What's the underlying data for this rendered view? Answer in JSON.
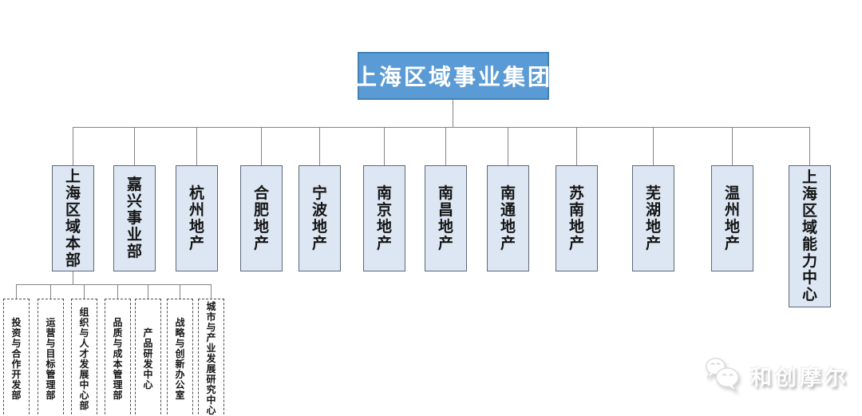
{
  "root": {
    "label": "上海区域事业集团"
  },
  "divisions": [
    {
      "label": "上海区域本部"
    },
    {
      "label": "嘉兴事业部"
    },
    {
      "label": "杭州地产"
    },
    {
      "label": "合肥地产"
    },
    {
      "label": "宁波地产"
    },
    {
      "label": "南京地产"
    },
    {
      "label": "南昌地产"
    },
    {
      "label": "南通地产"
    },
    {
      "label": "苏南地产"
    },
    {
      "label": "芜湖地产"
    },
    {
      "label": "温州地产"
    },
    {
      "label": "上海区域能力中心"
    }
  ],
  "departments": [
    {
      "label": "投资与合作开发部"
    },
    {
      "label": "运营与目标管理部"
    },
    {
      "label": "组织与人才发展中心部"
    },
    {
      "label": "品质与成本管理部"
    },
    {
      "label": "产品研发中心"
    },
    {
      "label": "战略与创新办公室"
    },
    {
      "label": "城市与产业发展研究中心"
    }
  ],
  "watermark": {
    "text": "和创摩尔",
    "icon": "chat-bubbles-icon"
  },
  "colors": {
    "root_fill": "#5b9bd5",
    "root_border": "#4180b4",
    "division_fill": "#dde7f3",
    "division_border": "#5d6878",
    "connector": "#848484"
  }
}
